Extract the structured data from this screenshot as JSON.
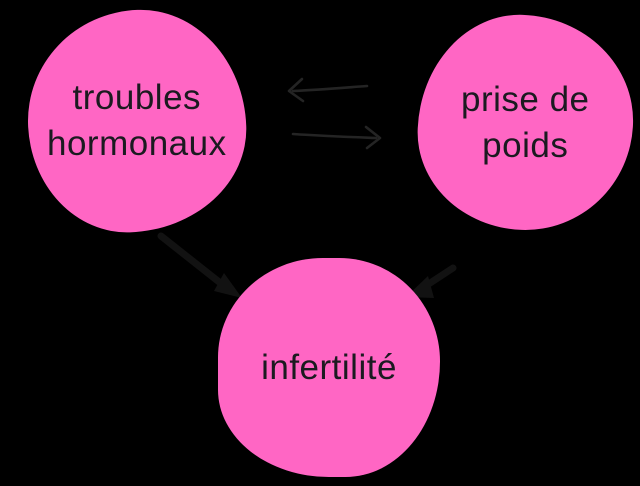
{
  "diagram": {
    "colors": {
      "background": "#000000",
      "node_fill": "#ff66c4",
      "text_color": "#1b1a20",
      "sketch_arrow": "#242424",
      "faint_arrow": "#121212"
    },
    "nodes": [
      {
        "id": "troubles-hormonaux",
        "label": "troubles hormonaux",
        "line1": "troubles",
        "line2": "hormonaux"
      },
      {
        "id": "prise-de-poids",
        "label": "prise de poids",
        "line1": "prise de",
        "line2": "poids"
      },
      {
        "id": "infertilite",
        "label": "infertilité",
        "line1": "infertilité",
        "line2": ""
      }
    ],
    "edges": [
      {
        "from": "prise de poids",
        "to": "troubles hormonaux",
        "style": "thin-sketch",
        "direction": "left"
      },
      {
        "from": "troubles hormonaux",
        "to": "prise de poids",
        "style": "thin-sketch",
        "direction": "right"
      },
      {
        "from": "troubles hormonaux",
        "to": "infertilité",
        "style": "thick-faint",
        "direction": "down-right"
      },
      {
        "from": "prise de poids",
        "to": "infertilité",
        "style": "thick-faint",
        "direction": "down-left"
      }
    ]
  }
}
